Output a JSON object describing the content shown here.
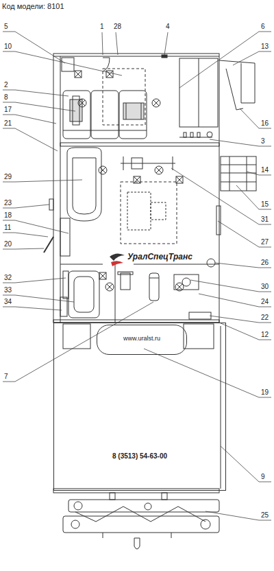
{
  "diagram": {
    "title": "Код модели: 8101",
    "nodes": [
      {
        "text": [
          "8 (3513) 54-63-00"
        ]
      },
      {
        "text": [
          "www.uralst.ru"
        ],
        "in": 0
      }
    ],
    "labels": [
      "5",
      "1",
      "28",
      "4",
      "6",
      "10",
      "13",
      "2",
      "8",
      "17",
      "16",
      "21",
      "3",
      "29",
      "14",
      "23",
      "18",
      "15",
      "11",
      "31",
      "20",
      "27",
      "26",
      "32",
      "30",
      "33",
      "24",
      "34",
      "22",
      "12",
      "7",
      "19",
      "9",
      "25",
      "УралСпецТранс"
    ]
  }
}
